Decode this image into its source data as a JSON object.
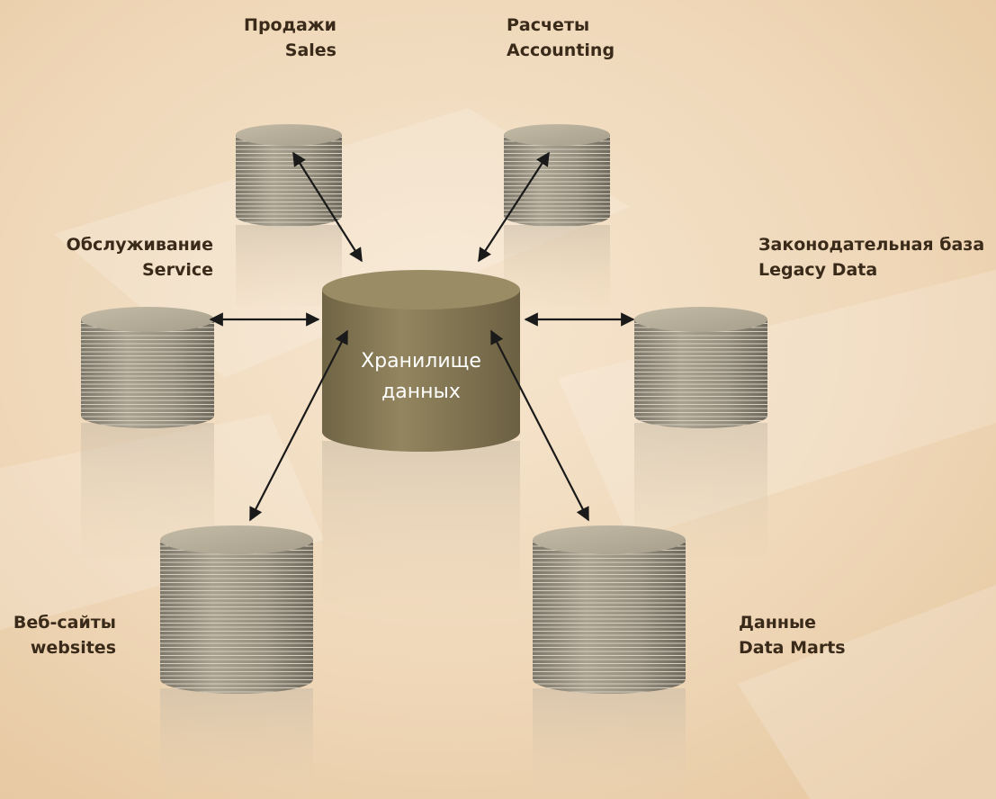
{
  "colors": {
    "background": "#f1dcc0",
    "cylinder_top": "#b3a995",
    "cylinder_body": "#8f8878",
    "hub": "#8b7d5a",
    "hub_text": "#ffffff",
    "arrow": "#1a1a1a",
    "label_text": "#3a2a1a"
  },
  "hub": {
    "label_line1": "Хранилище",
    "label_line2": "данных"
  },
  "sources": {
    "sales": {
      "ru": "Продажи",
      "en": "Sales"
    },
    "accounting": {
      "ru": "Расчеты",
      "en": "Accounting"
    },
    "service": {
      "ru": "Обслуживание",
      "en": "Service"
    },
    "legacy": {
      "ru": "Законодательная база",
      "en": "Legacy Data"
    },
    "websites": {
      "ru": "Веб-сайты",
      "en": "websites"
    },
    "datamarts": {
      "ru": "Данные",
      "en": "Data Marts"
    }
  }
}
